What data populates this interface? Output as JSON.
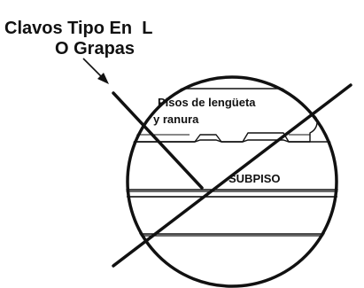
{
  "labels": {
    "nail_line1": "Clavos Tipo En  L",
    "nail_line2": "O Grapas",
    "floor_line1": "Pisos de lengüeta",
    "floor_line2": "y ranura",
    "subfloor": "SUBPISO"
  },
  "colors": {
    "ink": "#111111",
    "background": "#ffffff"
  }
}
